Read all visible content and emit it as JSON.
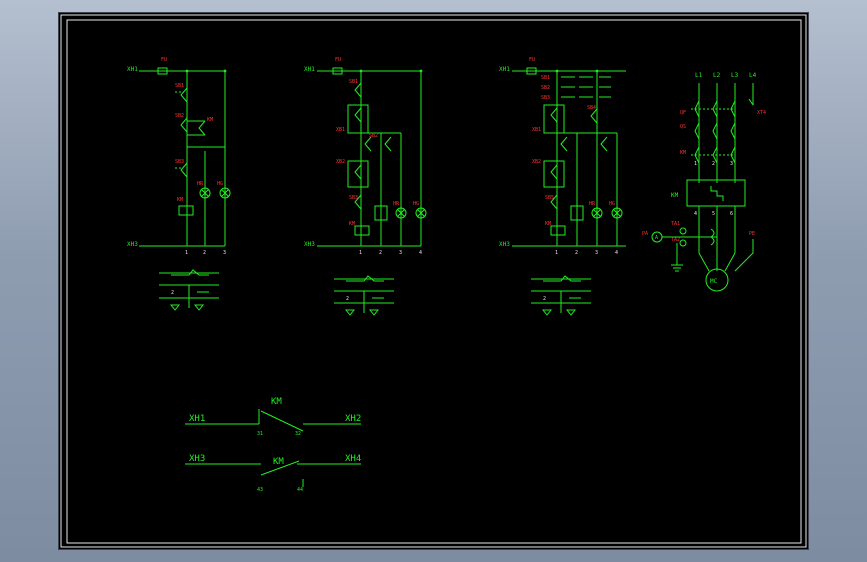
{
  "palette": {
    "wire": "#22ee22",
    "label_red": "#ff3030",
    "frame": "#e8e8e8",
    "background": "#000000"
  },
  "schematic_1": {
    "top_terminal": "XH1",
    "bottom_terminal": "XH3",
    "fuse": "FU",
    "components": [
      "SB1",
      "SB2",
      "KM",
      "SB3",
      "KM",
      "HR",
      "HG"
    ],
    "node_numbers": [
      "1",
      "2",
      "3"
    ]
  },
  "schematic_2": {
    "top_terminal": "XH1",
    "bottom_terminal": "XH3",
    "fuse": "FU",
    "components": [
      "SB1",
      "XB1",
      "SB2",
      "XB2",
      "SB3",
      "KM",
      "HR",
      "HG"
    ],
    "node_numbers": [
      "1",
      "2",
      "3",
      "4"
    ]
  },
  "schematic_3": {
    "top_terminal": "XH1",
    "bottom_terminal": "XH3",
    "fuse": "FU",
    "components": [
      "SB1",
      "SB2",
      "SB3",
      "SB4",
      "XB1",
      "XB2",
      "SB5",
      "KM",
      "HR",
      "HG"
    ],
    "node_numbers": [
      "1",
      "2",
      "3",
      "4"
    ]
  },
  "power_circuit": {
    "phases": [
      "L1",
      "L2",
      "L3",
      "L4"
    ],
    "breaker": "QF",
    "relay": "XT4",
    "labels": [
      "QS",
      "KM"
    ],
    "contactor": "KM",
    "sensors": [
      "PA",
      "TA1",
      "TA2"
    ],
    "ground_label": "PE",
    "motor": "MC",
    "wire_numbers": [
      "1",
      "2",
      "3",
      "4",
      "5",
      "6"
    ]
  },
  "contact_table": {
    "row_label": "2"
  },
  "contacts": {
    "nc": {
      "left": "XH1",
      "right": "XH2",
      "label": "KM",
      "pin_left": "31",
      "pin_right": "32"
    },
    "no": {
      "left": "XH3",
      "right": "XH4",
      "label": "KM",
      "pin_left": "43",
      "pin_right": "44"
    }
  }
}
